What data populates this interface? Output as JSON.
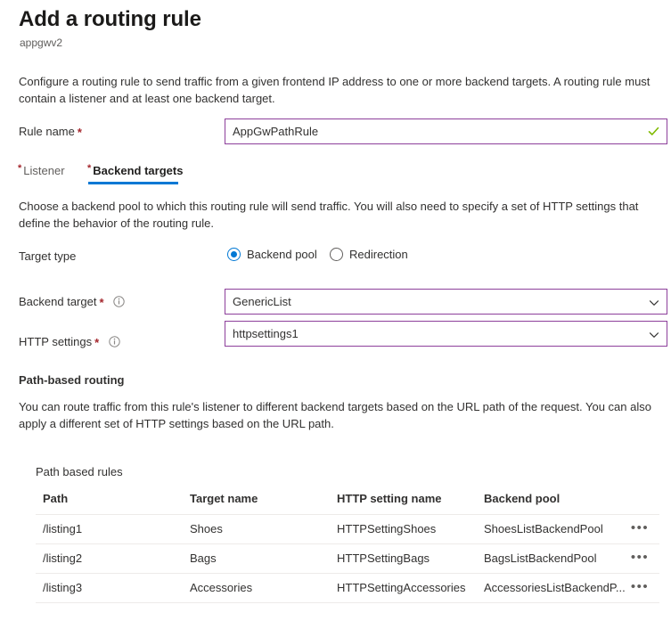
{
  "header": {
    "title": "Add a routing rule",
    "subtitle": "appgwv2"
  },
  "intro_text": "Configure a routing rule to send traffic from a given frontend IP address to one or more backend targets. A routing rule must contain a listener and at least one backend target.",
  "rule_name": {
    "label": "Rule name",
    "required_marker": "*",
    "value": "AppGwPathRule",
    "placeholder": "",
    "validation_icon": "checkmark-icon",
    "border_color": "#8d3f9b",
    "check_color": "#7fba00"
  },
  "tabs": [
    {
      "label": "Listener",
      "required_marker": "*",
      "active": false
    },
    {
      "label": "Backend targets",
      "required_marker": "*",
      "active": true
    }
  ],
  "tab_accent_color": "#0078d4",
  "backend_description": "Choose a backend pool to which this routing rule will send traffic. You will also need to specify a set of HTTP settings that define the behavior of the routing rule.",
  "target_type": {
    "label": "Target type",
    "options": [
      {
        "label": "Backend pool",
        "selected": true
      },
      {
        "label": "Redirection",
        "selected": false
      }
    ]
  },
  "backend_target": {
    "label": "Backend target",
    "required_marker": "*",
    "info_icon": "info-icon",
    "value": "GenericList",
    "chevron": "chevron-down-icon"
  },
  "http_settings": {
    "label": "HTTP settings",
    "required_marker": "*",
    "info_icon": "info-icon",
    "value": "httpsettings1",
    "chevron": "chevron-down-icon"
  },
  "path_based_routing": {
    "heading": "Path-based routing",
    "description": "You can route traffic from this rule's listener to different backend targets based on the URL path of the request. You can also apply a different set of HTTP settings based on the URL path."
  },
  "path_rules_table": {
    "caption": "Path based rules",
    "columns": [
      "Path",
      "Target name",
      "HTTP setting name",
      "Backend pool"
    ],
    "rows": [
      {
        "path": "/listing1",
        "target_name": "Shoes",
        "http_setting_name": "HTTPSettingShoes",
        "backend_pool": "ShoesListBackendPool",
        "menu": "•••"
      },
      {
        "path": "/listing2",
        "target_name": "Bags",
        "http_setting_name": "HTTPSettingBags",
        "backend_pool": "BagsListBackendPool",
        "menu": "•••"
      },
      {
        "path": "/listing3",
        "target_name": "Accessories",
        "http_setting_name": "HTTPSettingAccessories",
        "backend_pool": "AccessoriesListBackendP...",
        "menu": "•••"
      }
    ]
  },
  "colors": {
    "link": "#0078d4",
    "accent": "#0078d4",
    "required": "#a4262c",
    "field_border": "#8d3f9b"
  }
}
